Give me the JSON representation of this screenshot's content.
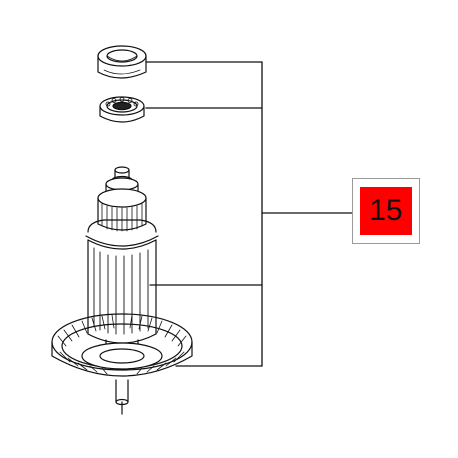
{
  "callout": {
    "label": "15",
    "fill_color": "#ff0000",
    "border_color": "#9a9a9a"
  },
  "parts": [
    {
      "name": "bearing-upper",
      "icon": "bearing-ring-icon"
    },
    {
      "name": "bearing-lower",
      "icon": "ball-bearing-icon"
    },
    {
      "name": "armature",
      "icon": "armature-rotor-icon"
    },
    {
      "name": "fan",
      "icon": "fan-wheel-icon"
    }
  ],
  "colors": {
    "line": "#111111",
    "background": "#ffffff"
  }
}
